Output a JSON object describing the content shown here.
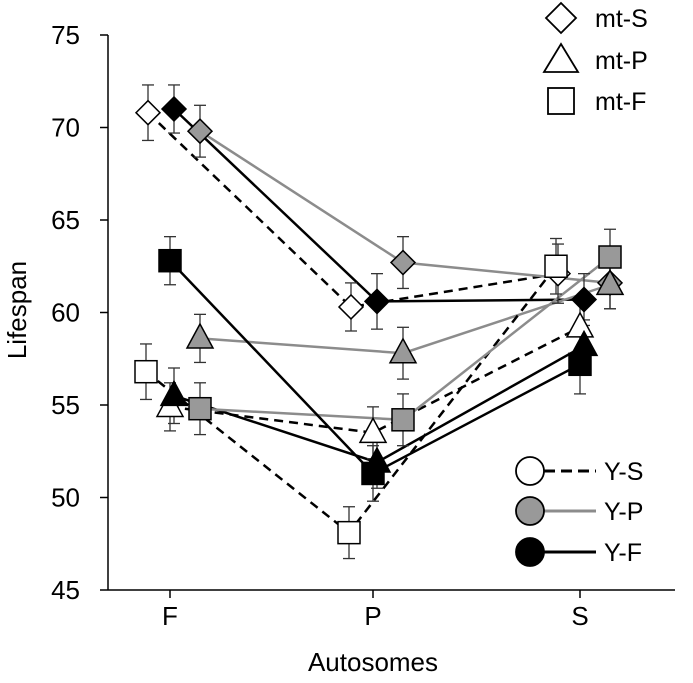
{
  "chart_data": {
    "type": "line",
    "xlabel": "Autosomes",
    "ylabel": "Lifespan",
    "categories": [
      "F",
      "P",
      "S"
    ],
    "ylim": [
      45,
      75
    ],
    "yticks": [
      45,
      50,
      55,
      60,
      65,
      70,
      75
    ],
    "grid": false,
    "legends": {
      "mt": {
        "placement": "top-right",
        "entries": [
          {
            "label": "mt-S",
            "marker": "diamond"
          },
          {
            "label": "mt-P",
            "marker": "triangle"
          },
          {
            "label": "mt-F",
            "marker": "square"
          }
        ]
      },
      "y": {
        "placement": "bottom-right",
        "entries": [
          {
            "label": "Y-S",
            "fill": "#ffffff",
            "line": "dashed",
            "lineColor": "#000000"
          },
          {
            "label": "Y-P",
            "fill": "#999999",
            "line": "solid",
            "lineColor": "#8c8c8c"
          },
          {
            "label": "Y-F",
            "fill": "#000000",
            "line": "solid",
            "lineColor": "#000000"
          }
        ]
      }
    },
    "series": [
      {
        "mt": "S",
        "y": "S",
        "marker": "diamond",
        "fill": "#ffffff",
        "lineColor": "#000000",
        "dash": true,
        "values": [
          70.8,
          60.3,
          62.1
        ],
        "err": [
          1.5,
          1.3,
          1.6
        ]
      },
      {
        "mt": "S",
        "y": "P",
        "marker": "diamond",
        "fill": "#999999",
        "lineColor": "#8c8c8c",
        "dash": false,
        "values": [
          69.8,
          62.7,
          61.6
        ],
        "err": [
          1.4,
          1.4,
          1.4
        ]
      },
      {
        "mt": "S",
        "y": "F",
        "marker": "diamond",
        "fill": "#000000",
        "lineColor": "#000000",
        "dash": false,
        "values": [
          71.0,
          60.6,
          60.7
        ],
        "err": [
          1.3,
          1.5,
          1.4
        ]
      },
      {
        "mt": "P",
        "y": "S",
        "marker": "triangle",
        "fill": "#ffffff",
        "lineColor": "#000000",
        "dash": true,
        "values": [
          54.9,
          53.5,
          59.2
        ],
        "err": [
          1.3,
          1.4,
          1.5
        ]
      },
      {
        "mt": "P",
        "y": "P",
        "marker": "triangle",
        "fill": "#999999",
        "lineColor": "#8c8c8c",
        "dash": false,
        "values": [
          58.6,
          57.8,
          61.5
        ],
        "err": [
          1.3,
          1.4,
          1.3
        ]
      },
      {
        "mt": "P",
        "y": "F",
        "marker": "triangle",
        "fill": "#000000",
        "lineColor": "#000000",
        "dash": false,
        "values": [
          55.5,
          51.9,
          58.2
        ],
        "err": [
          1.5,
          1.4,
          1.4
        ]
      },
      {
        "mt": "F",
        "y": "S",
        "marker": "square",
        "fill": "#ffffff",
        "lineColor": "#000000",
        "dash": true,
        "values": [
          56.8,
          48.1,
          62.5
        ],
        "err": [
          1.5,
          1.4,
          1.5
        ]
      },
      {
        "mt": "F",
        "y": "P",
        "marker": "square",
        "fill": "#999999",
        "lineColor": "#8c8c8c",
        "dash": false,
        "values": [
          54.8,
          54.2,
          63.0
        ],
        "err": [
          1.4,
          1.4,
          1.5
        ]
      },
      {
        "mt": "F",
        "y": "F",
        "marker": "square",
        "fill": "#000000",
        "lineColor": "#000000",
        "dash": false,
        "values": [
          62.8,
          51.3,
          57.2
        ],
        "err": [
          1.3,
          1.5,
          1.6
        ]
      }
    ]
  }
}
